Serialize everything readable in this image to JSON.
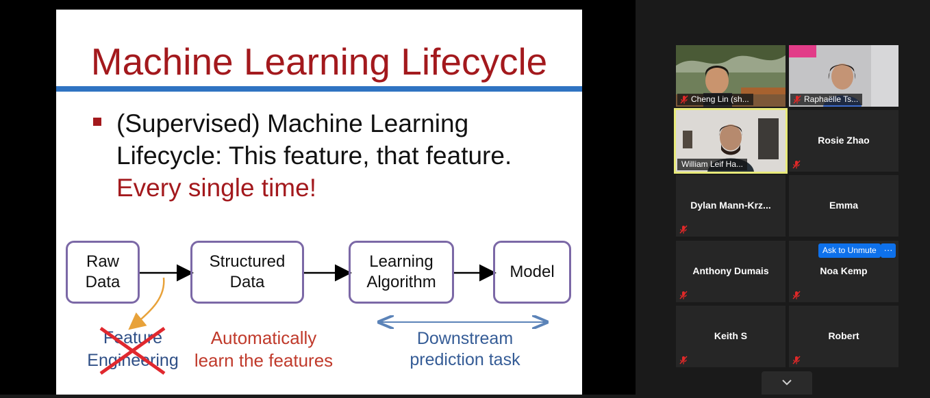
{
  "slide": {
    "title": "Machine Learning Lifecycle",
    "bullet_line1": "(Supervised) Machine Learning",
    "bullet_line2": "Lifecycle: This feature, that feature.",
    "bullet_emphasis": "Every single time!",
    "boxes": [
      {
        "line1": "Raw",
        "line2": "Data"
      },
      {
        "line1": "Structured",
        "line2": "Data"
      },
      {
        "line1": "Learning",
        "line2": "Algorithm"
      },
      {
        "line1": "Model",
        "line2": ""
      }
    ],
    "caption_feature": {
      "line1": "Feature",
      "line2": "Engineering"
    },
    "caption_auto": {
      "line1": "Automatically",
      "line2": "learn the features"
    },
    "caption_downstream": {
      "line1": "Downstream",
      "line2": "prediction task"
    }
  },
  "participants": [
    {
      "name": "Cheng Lin (sh...",
      "video": true,
      "muted": true
    },
    {
      "name": "Raphaëlle Ts...",
      "video": true,
      "muted": true
    },
    {
      "name": "William Leif Ha...",
      "video": true,
      "muted": false,
      "active_speaker": true
    },
    {
      "name": "Rosie Zhao",
      "video": false,
      "muted": true
    },
    {
      "name": "Dylan  Mann-Krz...",
      "video": false,
      "muted": true
    },
    {
      "name": "Emma",
      "video": false,
      "muted": false
    },
    {
      "name": "Anthony Dumais",
      "video": false,
      "muted": true
    },
    {
      "name": "Noa Kemp",
      "video": false,
      "muted": true
    },
    {
      "name": "Keith S",
      "video": false,
      "muted": true
    },
    {
      "name": "Robert",
      "video": false,
      "muted": true
    }
  ],
  "tile_actions": {
    "ask_unmute_label": "Ask to Unmute",
    "more_label": "···"
  },
  "colors": {
    "slide_title_red": "#a3191d",
    "slide_rule_blue": "#2f73c2",
    "box_border_purple": "#7b68a6",
    "feature_arrow_orange": "#e8a23a",
    "cross_red": "#e0282e",
    "downstream_blue": "#5b83b8",
    "active_speaker_yellow": "#e8ea7a",
    "zoom_blue": "#0e71eb",
    "muted_red": "#e02828"
  },
  "icons": {
    "mic_muted": "mic-muted-icon",
    "scroll_down": "chevron-down-icon"
  }
}
